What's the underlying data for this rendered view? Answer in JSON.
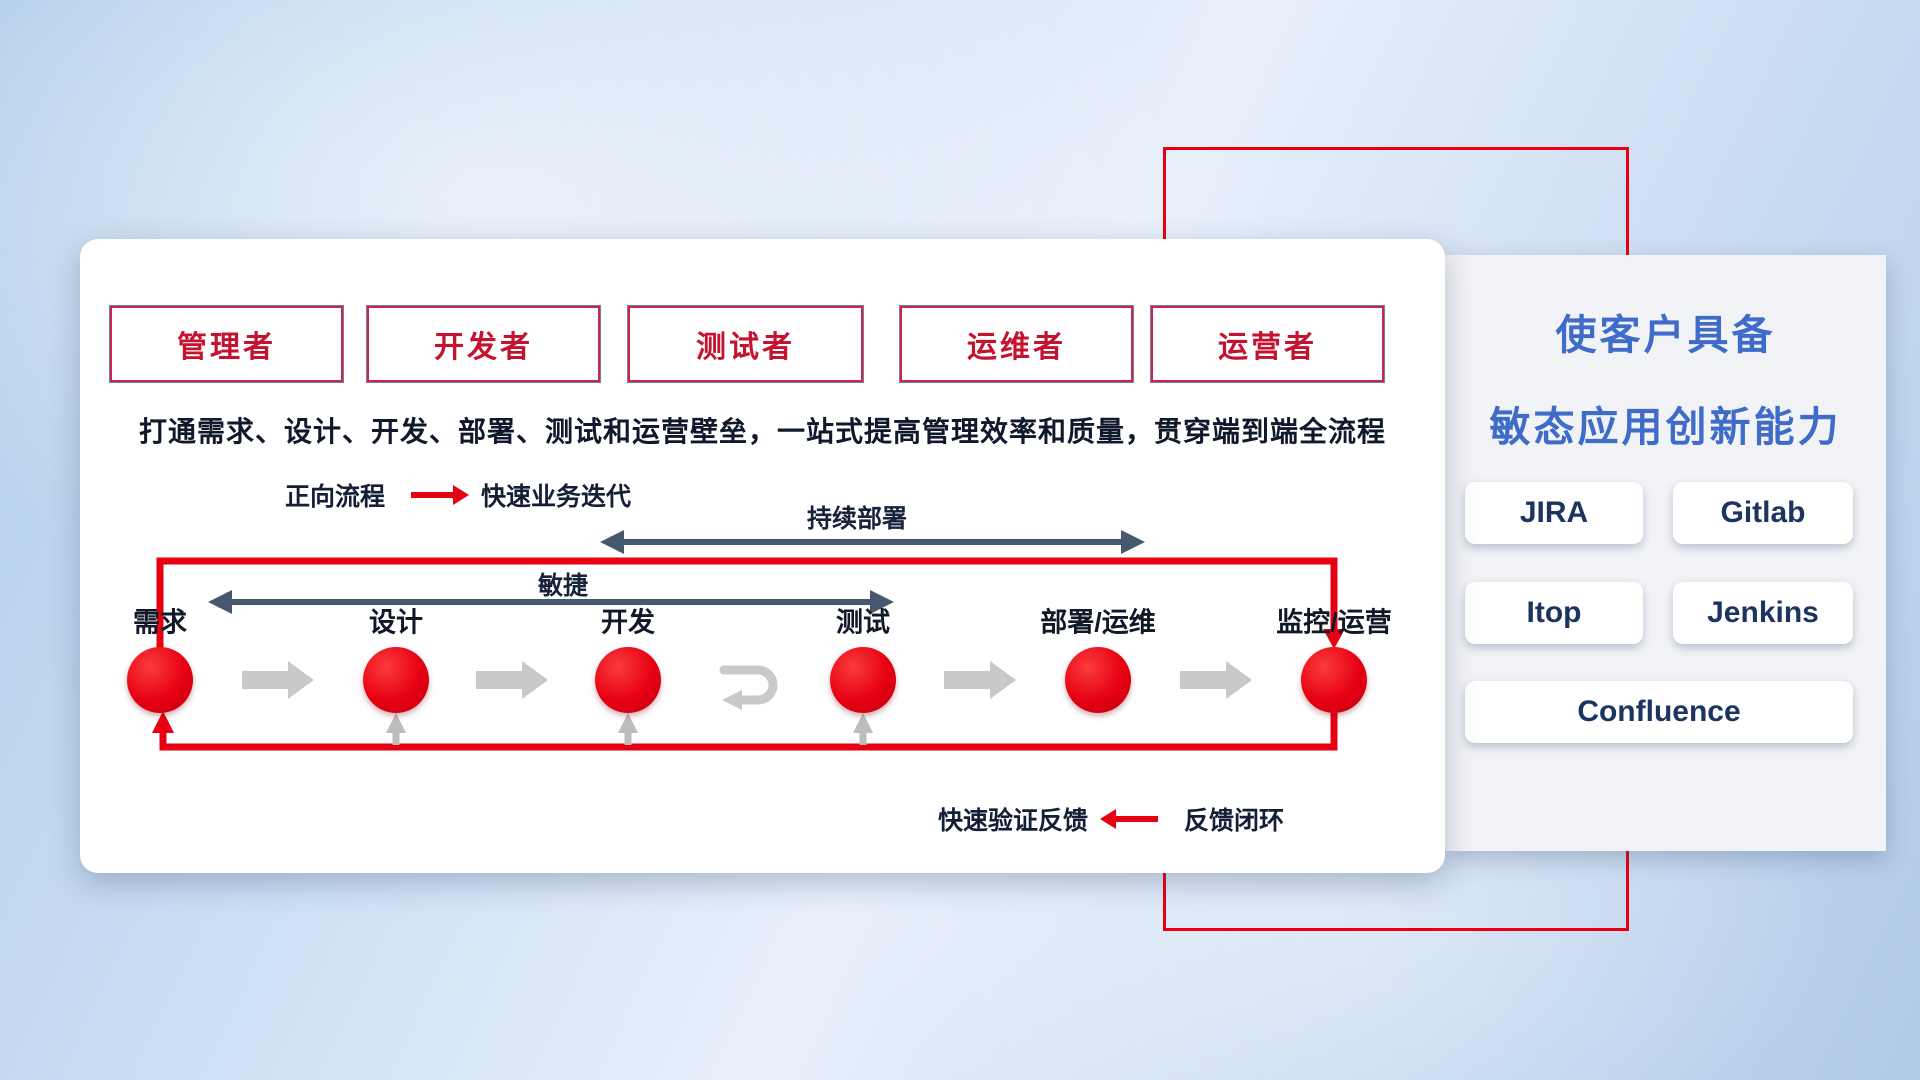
{
  "roles": [
    "管理者",
    "开发者",
    "测试者",
    "运维者",
    "运营者"
  ],
  "description": "打通需求、设计、开发、部署、测试和运营壁垒，一站式提高管理效率和质量，贯穿端到端全流程",
  "legend_forward": {
    "label": "正向流程",
    "value": "快速业务迭代"
  },
  "legend_feedback": {
    "label": "快速验证反馈",
    "value": "反馈闭环"
  },
  "span_arrows": {
    "continuous_deploy": "持续部署",
    "agile": "敏捷"
  },
  "nodes": [
    "需求",
    "设计",
    "开发",
    "测试",
    "部署/运维",
    "监控/运营"
  ],
  "side_panel": {
    "title_line1": "使客户具备",
    "title_line2": "敏态应用创新能力",
    "tools": [
      "JIRA",
      "Gitlab",
      "Itop",
      "Jenkins",
      "Confluence"
    ]
  },
  "colors": {
    "accent_red": "#e60012",
    "title_blue": "#3f6bc9",
    "dark_arrow": "#47586e",
    "light_arrow": "#c9c9c9",
    "role_text_red": "#c4122f",
    "navy_text": "#141e36"
  }
}
